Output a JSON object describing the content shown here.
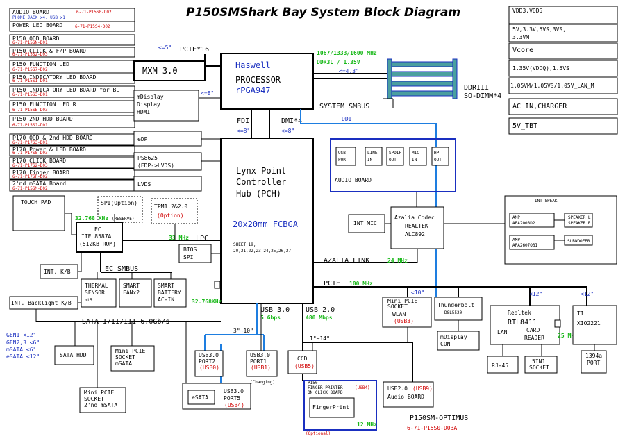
{
  "title": "P150SMShark Bay System Block Diagram",
  "left_boards": [
    {
      "name": "AUDIO BOARD",
      "sub": "PHONE JACK x4, USB x1",
      "part": "6-71-P15S0-D02"
    },
    {
      "name": "POWER LED BOARD",
      "sub": "",
      "part": "6-71-P15S4-D02"
    },
    {
      "name": "P150 ODD BOARD",
      "sub": "",
      "part": "6-71-P15SN-D01"
    },
    {
      "name": "P150 CLICK & F/P BOARD",
      "sub": "",
      "part": "6-71-P15S2-D03"
    },
    {
      "name": "P150 FUNCTION LED",
      "sub": "",
      "part": "6-71-P15S7-D02"
    },
    {
      "name": "P150 INDICATORY LED BOARD",
      "sub": "",
      "part": "6-71-P15S1-D01"
    },
    {
      "name": "P150 INDICATORY LED BOARD for BL",
      "sub": "",
      "part": "6-71-P15S3-D01"
    },
    {
      "name": "P150 FUNCTION LED R",
      "sub": "",
      "part": "6-71-P15SE-D03"
    },
    {
      "name": "P150 2ND HDD BOARD",
      "sub": "",
      "part": "6-71-P15SJ-D01"
    },
    {
      "name": "P170 ODD & 2nd HDD BOARD",
      "sub": "",
      "part": "6-71-P17S3-D01"
    },
    {
      "name": "P170 Power & LED BOARD",
      "sub": "",
      "part": "6-71-P17S8-D03"
    },
    {
      "name": "P170 CLICK BOARD",
      "sub": "",
      "part": "6-71-P17S2-D03"
    },
    {
      "name": "P170 Finger BOARD",
      "sub": "",
      "part": "6-71-P17SP-D02"
    },
    {
      "name": "2'nd mSATA Board",
      "sub": "",
      "part": "6-71-P15SM-D02"
    }
  ],
  "power_rails": [
    "VDD3,VDD5",
    "5V,3.3V,5VS,3VS,",
    "3.3VM",
    "Vcore",
    "1.35V(VDDQ),1.5VS",
    "1.05VM/1.05VS/1.05V_LAN_M",
    "AC_IN,CHARGER",
    "5V_TBT"
  ],
  "cpu": {
    "line1": "Haswell",
    "line2": "PROCESSOR",
    "line3": "rPGA947"
  },
  "pch": {
    "line1": "Lynx Point",
    "line2": "Controller",
    "line3": "Hub (PCH)",
    "pkg": "20x20mm FCBGA",
    "sheet1": "SHEET 19,",
    "sheet2": "20,21,22,23,24,25,26,27"
  },
  "ddr": {
    "speed": "1067/1333/1600 MHz",
    "type": "DDR3L / 1.35V",
    "len": "<=4.3\"",
    "dimm1": "DDRIII",
    "dimm2": "SO-DIMM*4",
    "smbus": "SYSTEM SMBUS"
  },
  "mxm": {
    "label": "MXM 3.0",
    "pcie": "PCIE*16",
    "len": "<=5\""
  },
  "display": {
    "l1": "mDisplay",
    "l2": "Display",
    "l3": "HDMI",
    "len": "<=8\""
  },
  "edp": "eDP",
  "ps8625": {
    "l1": "PS8625",
    "l2": "(EDP->LVDS)"
  },
  "lvds": "LVDS",
  "fdi": {
    "label": "FDI",
    "len": "<=8\""
  },
  "dmi": {
    "label": "DMI*4",
    "len": "<=8\""
  },
  "ddi": "DDI",
  "audio_board": {
    "label": "AUDIO BOARD",
    "jacks": [
      [
        "USB",
        "PORT"
      ],
      [
        "LINE",
        "IN"
      ],
      [
        "SPDIF",
        "OUT"
      ],
      [
        "MIC",
        "IN"
      ],
      [
        "HP",
        "OUT"
      ]
    ]
  },
  "codec": {
    "l1": "Azalia Codec",
    "l2": "REALTEK",
    "l3": "ALC892"
  },
  "int_mic": "INT MIC",
  "int_speaker": {
    "label": "INT SPEAK",
    "amp1": [
      "AMP",
      "APA2008D2"
    ],
    "spk": [
      "SPEAKER L",
      "SPEAKER R"
    ],
    "amp2": [
      "AMP",
      "APA2607QBI"
    ],
    "sub": "SUBWOOFER"
  },
  "azalia": {
    "label": "AZALIA LINK",
    "speed": "24 MHz"
  },
  "pcie_bus": {
    "label": "PCIE",
    "speed": "100 MHz"
  },
  "touchpad": "TOUCH PAD",
  "spi": {
    "label": "SPI(Option)",
    "note": "(RESERVE)"
  },
  "tpm": {
    "label": "TPM1.2&2.0",
    "opt": "(Option)"
  },
  "ec": {
    "clk": "32.768 KHz",
    "l1": "EC",
    "l2": "ITE 8587A",
    "l3": "(512KB ROM)",
    "lpc_speed": "33 MHz",
    "lpc": "LPC"
  },
  "bios": {
    "l1": "BIOS",
    "l2": "SPI"
  },
  "kb": "INT. K/B",
  "ec_smbus": "EC SMBUS",
  "thermal": [
    "THERMAL",
    "SENSOR",
    "nt5"
  ],
  "smartfan": [
    "SMART",
    "FANx2"
  ],
  "battery": [
    "SMART",
    "BATTERY",
    "AC-IN"
  ],
  "backlight": "INT. Backlight K/B",
  "rtc_clk": "32.768KHz",
  "sata": {
    "label": "SATA I/II/III 6.0Gb/s",
    "gen1": "GEN1 <12\"",
    "gen23": "GEN2,3 <6\"",
    "msata": "mSATA <6\"",
    "esata": "eSATA <12\""
  },
  "sata_hdd": "SATA HDD",
  "msata": [
    "Mini PCIE",
    "SOCKET",
    "mSATA"
  ],
  "msata2": [
    "Mini PCIE",
    "SOCKET",
    "2'nd mSATA"
  ],
  "usb3": {
    "label": "USB 3.0",
    "speed": "5 Gbps",
    "len": "3\"~10\""
  },
  "usb2": {
    "label": "USB 2.0",
    "speed": "480 Mbps",
    "len": "1\"~14\""
  },
  "usb_port2": [
    "USB3.0",
    "PORT2",
    "(USB0)"
  ],
  "usb_port1": [
    "USB3.0",
    "PORT1",
    "(USB1)",
    "(Charging)"
  ],
  "ccd": [
    "CCD",
    "(USB5)"
  ],
  "esata_box": "eSATA",
  "usb_port5": [
    "USB3.0",
    "PORT5",
    "(USB4)"
  ],
  "finger": {
    "l1": "P150",
    "l2": "FINGER PRINTER",
    "l3": "ON CLICK BOARD",
    "usb": "(USB4)",
    "fp": "FingerPrint",
    "clk": "12 MHz",
    "opt": "(Optional)"
  },
  "wlan": {
    "len": "<10\"",
    "l1": "Mini PCIE",
    "l2": "SOCKET",
    "l3": "WLAN",
    "usb": "(USB3)"
  },
  "usb9": [
    "USB2.0",
    "(USB9)",
    "Audio BOARD"
  ],
  "tbt": {
    "label": "Thunderbolt",
    "sub": "DSL5520",
    "md1": "mDisplay",
    "md2": "CON"
  },
  "card": {
    "len": "<12\"",
    "l1": "Realtek",
    "l2": "RTL8411",
    "l3": "LAN",
    "l4": "CARD",
    "l5": "READER",
    "clk": "25 MHz"
  },
  "rj45": "RJ-45",
  "sinl": [
    "5IN1",
    "SOCKET"
  ],
  "ti": {
    "len": "<12\"",
    "l1": "TI",
    "l2": "XIO2221"
  },
  "ieee": [
    "1394a",
    "PORT"
  ],
  "model": {
    "name": "P150SM-OPTIMUS",
    "part": "6-71-P15S0-D03A"
  }
}
